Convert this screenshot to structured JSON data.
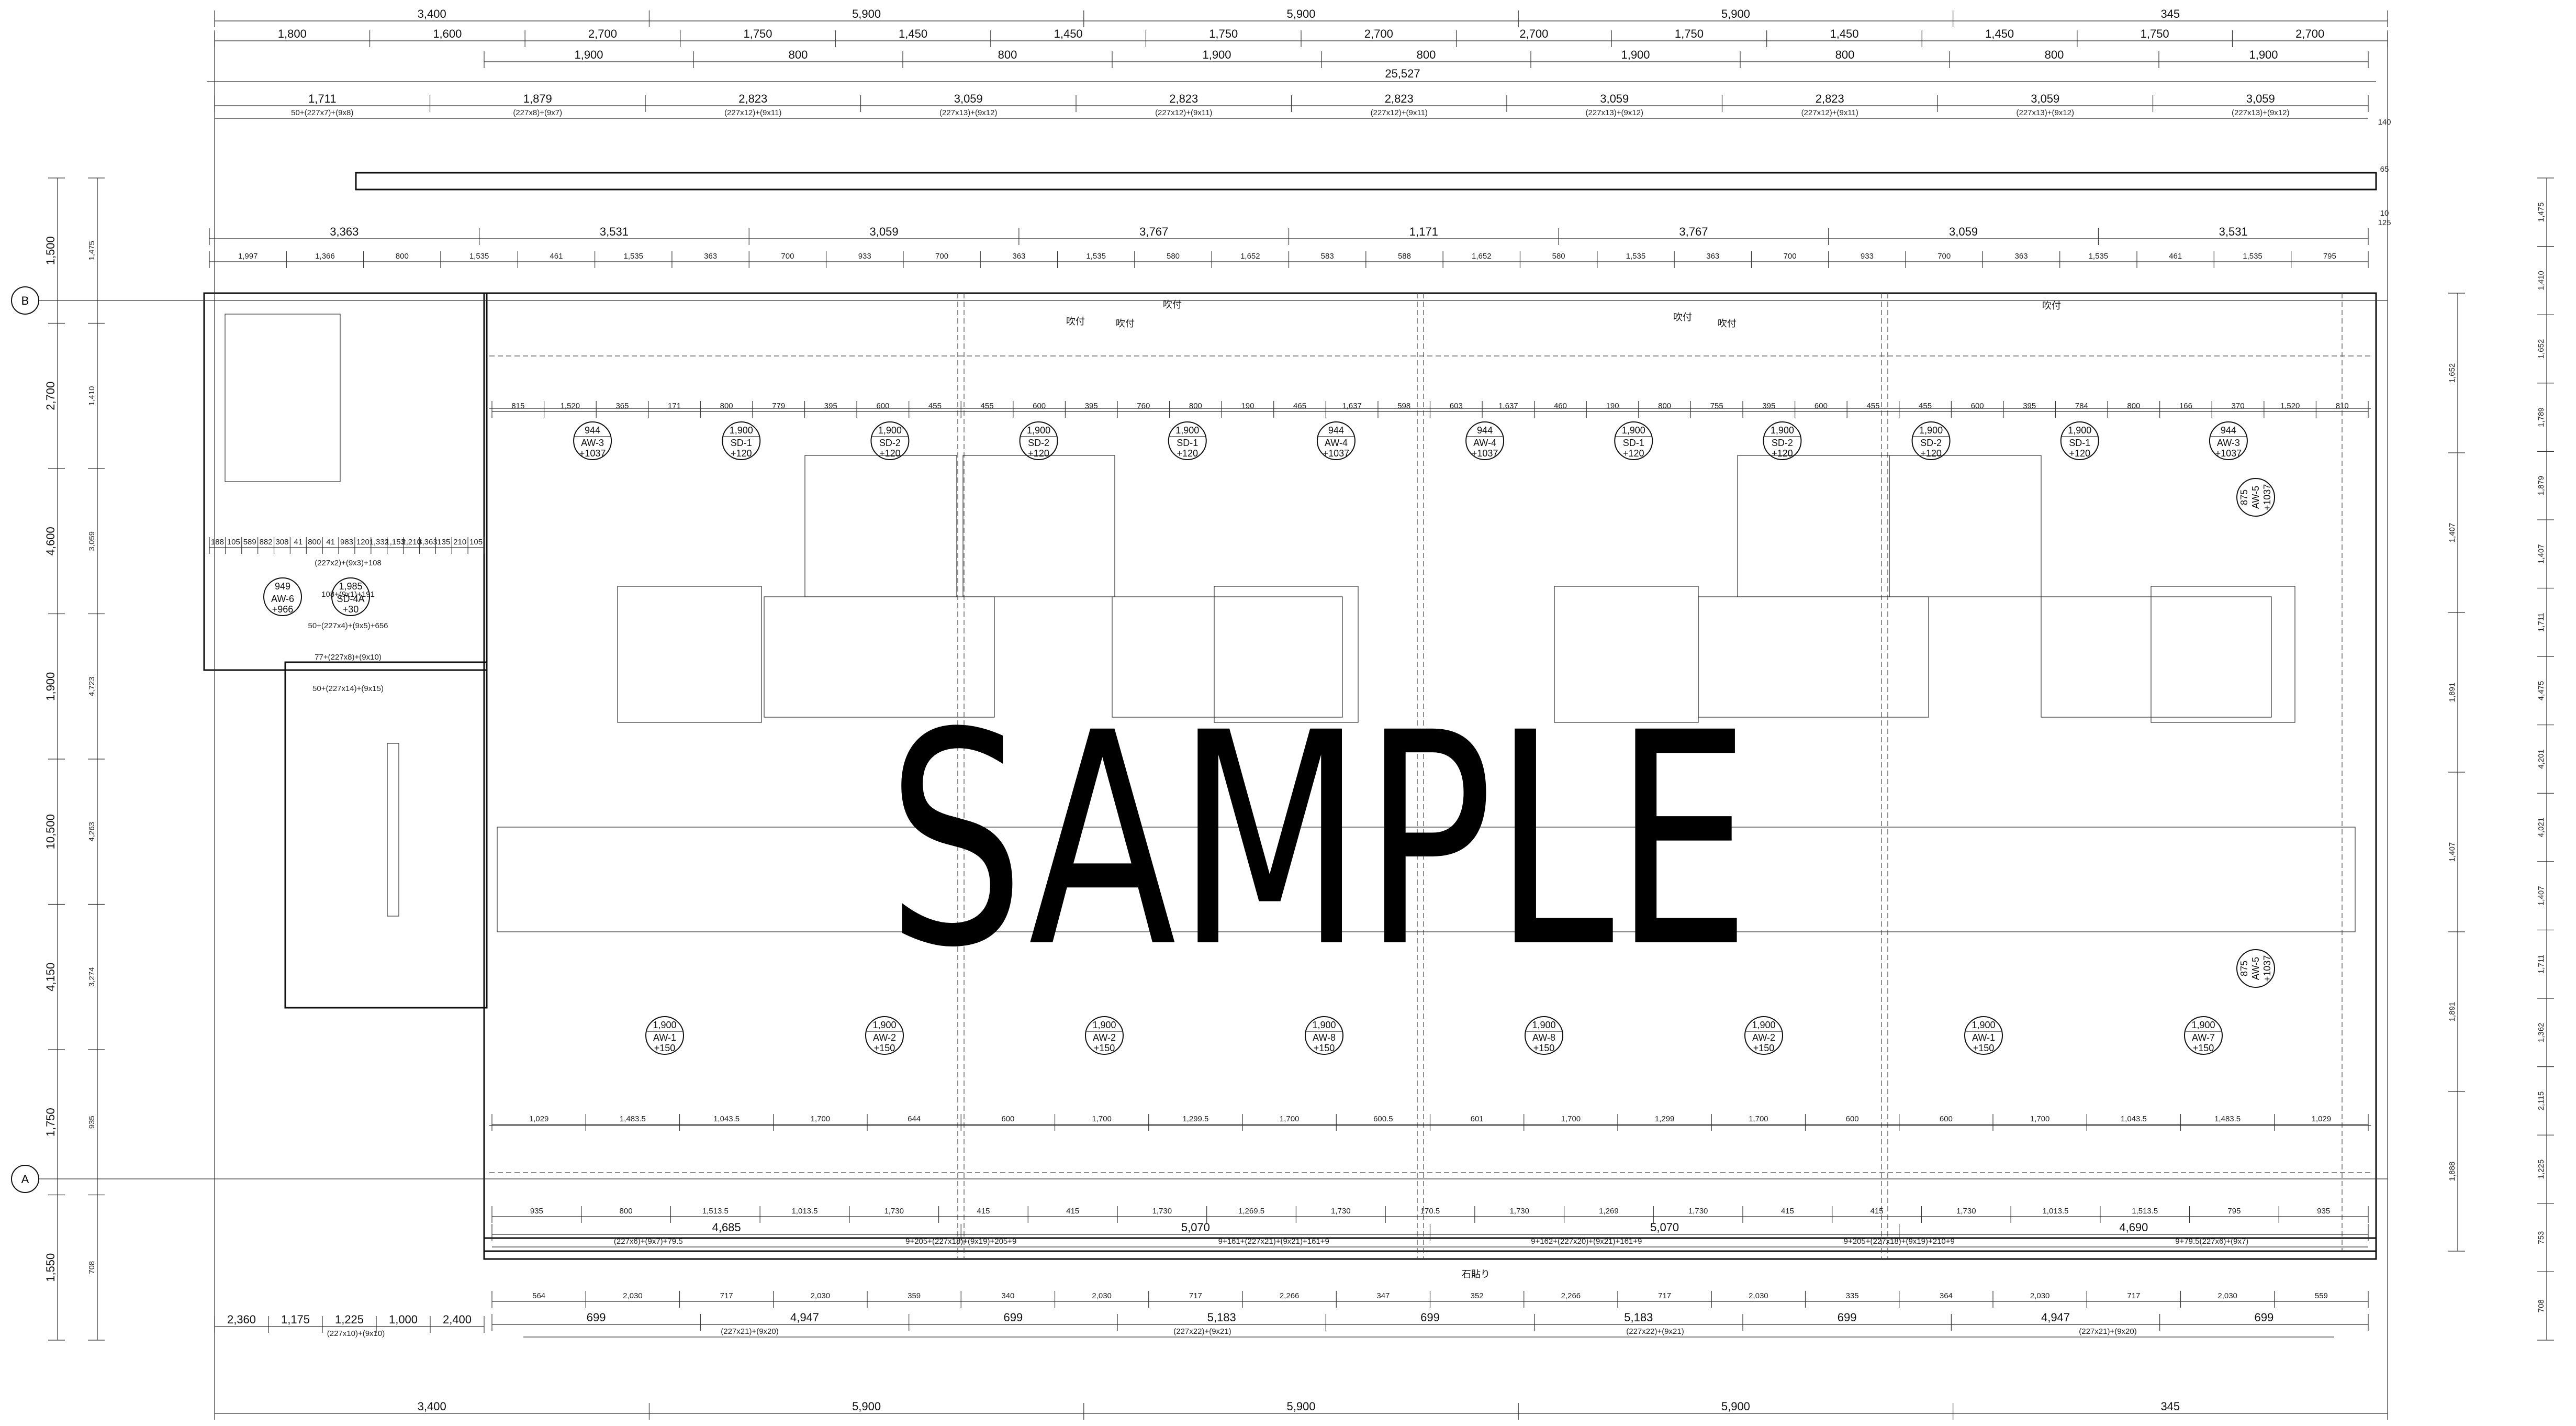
{
  "grid": {
    "row_b": "B",
    "row_a": "A"
  },
  "top_overall": [
    "3,400",
    "5,900",
    "5,900",
    "5,900",
    "345"
  ],
  "bottom_overall": [
    "3,400",
    "5,900",
    "5,900",
    "5,900",
    "345"
  ],
  "top_row2": [
    "1,800",
    "1,600",
    "2,700",
    "1,750",
    "1,450",
    "1,450",
    "1,750",
    "2,700",
    "2,700",
    "1,750",
    "1,450",
    "1,450",
    "1,750",
    "2,700"
  ],
  "top_row3": [
    "1,900",
    "800",
    "800",
    "1,900",
    "800",
    "1,900",
    "800",
    "800",
    "1,900"
  ],
  "top_total": "25,527",
  "top_panel_dims": [
    "1,711",
    "1,879",
    "2,823",
    "3,059",
    "2,823",
    "2,823",
    "3,059",
    "2,823",
    "3,059",
    "3,059"
  ],
  "top_panel_notes": [
    "50+(227x7)+(9x8)",
    "(227x8)+(9x7)",
    "(227x12)+(9x11)",
    "(227x13)+(9x12)",
    "(227x12)+(9x11)",
    "(227x12)+(9x11)",
    "(227x13)+(9x12)",
    "(227x12)+(9x11)",
    "(227x13)+(9x12)",
    "(227x13)+(9x12)"
  ],
  "row_b_dims": [
    "3,363",
    "3,531",
    "3,059",
    "3,767",
    "1,171",
    "3,767",
    "3,059",
    "3,531"
  ],
  "row_b_sub": [
    "1,997",
    "1,366",
    "800",
    "1,535",
    "461",
    "1,535",
    "363",
    "700",
    "933",
    "700",
    "363",
    "1,535",
    "580",
    "1,652",
    "583",
    "588",
    "1,652",
    "580",
    "1,535",
    "363",
    "700",
    "933",
    "700",
    "363",
    "1,535",
    "461",
    "1,535",
    "795"
  ],
  "row_b_openings": [
    "815",
    "1,520",
    "365",
    "171",
    "800",
    "779",
    "395",
    "600",
    "455",
    "455",
    "600",
    "395",
    "760",
    "800",
    "190",
    "465",
    "1,637",
    "598",
    "603",
    "1,637",
    "460",
    "190",
    "800",
    "755",
    "395",
    "600",
    "455",
    "455",
    "600",
    "395",
    "784",
    "800",
    "166",
    "370",
    "1,520",
    "810"
  ],
  "bubbles_top": [
    {
      "a": "944",
      "b": "AW-3",
      "c": "+1037"
    },
    {
      "a": "1,900",
      "b": "SD-1",
      "c": "+120"
    },
    {
      "a": "1,900",
      "b": "SD-2",
      "c": "+120"
    },
    {
      "a": "1,900",
      "b": "SD-2",
      "c": "+120"
    },
    {
      "a": "1,900",
      "b": "SD-1",
      "c": "+120"
    },
    {
      "a": "944",
      "b": "AW-4",
      "c": "+1037"
    },
    {
      "a": "944",
      "b": "AW-4",
      "c": "+1037"
    },
    {
      "a": "1,900",
      "b": "SD-1",
      "c": "+120"
    },
    {
      "a": "1,900",
      "b": "SD-2",
      "c": "+120"
    },
    {
      "a": "1,900",
      "b": "SD-2",
      "c": "+120"
    },
    {
      "a": "1,900",
      "b": "SD-1",
      "c": "+120"
    },
    {
      "a": "944",
      "b": "AW-3",
      "c": "+1037"
    }
  ],
  "bubbles_bottom": [
    {
      "a": "1,900",
      "b": "AW-1",
      "c": "+150"
    },
    {
      "a": "1,900",
      "b": "AW-2",
      "c": "+150"
    },
    {
      "a": "1,900",
      "b": "AW-2",
      "c": "+150"
    },
    {
      "a": "1,900",
      "b": "AW-8",
      "c": "+150"
    },
    {
      "a": "1,900",
      "b": "AW-8",
      "c": "+150"
    },
    {
      "a": "1,900",
      "b": "AW-2",
      "c": "+150"
    },
    {
      "a": "1,900",
      "b": "AW-1",
      "c": "+150"
    },
    {
      "a": "1,900",
      "b": "AW-7",
      "c": "+150"
    }
  ],
  "bubble_left": [
    {
      "a": "949",
      "b": "AW-6",
      "c": "+966"
    },
    {
      "a": "1,985",
      "b": "SD-4A",
      "c": "+30"
    }
  ],
  "row_a_openings": [
    "1,029",
    "1,483.5",
    "1,043.5",
    "1,700",
    "644",
    "600",
    "1,700",
    "1,299.5",
    "1,700",
    "600.5",
    "601",
    "1,700",
    "1,299",
    "1,700",
    "600",
    "600",
    "1,700",
    "1,043.5",
    "1,483.5",
    "1,029"
  ],
  "row_a_sub": [
    "935",
    "800",
    "1,513.5",
    "1,013.5",
    "1,730",
    "415",
    "415",
    "1,730",
    "1,269.5",
    "1,730",
    "170.5",
    "1,730",
    "1,269",
    "1,730",
    "415",
    "415",
    "1,730",
    "1,013.5",
    "1,513.5",
    "795",
    "935"
  ],
  "row_a_dims": [
    "4,685",
    "5,070",
    "5,070",
    "4,690"
  ],
  "row_a_notes": [
    "(227x6)+(9x7)+79.5",
    "9+205+(227x18)+(9x19)+205+9",
    "9+161+(227x21)+(9x21)+161+9",
    "9+162+(227x20)+(9x21)+161+9",
    "9+205+(227x18)+(9x19)+210+9",
    "9+79.5(227x6)+(9x7)"
  ],
  "bottom_dims1": [
    "564",
    "2,030",
    "717",
    "2,030",
    "359",
    "340",
    "2,030",
    "717",
    "2,266",
    "347",
    "352",
    "2,266",
    "717",
    "2,030",
    "335",
    "364",
    "2,030",
    "717",
    "2,030",
    "559"
  ],
  "bottom_dims2": [
    "699",
    "4,947",
    "699",
    "5,183",
    "699",
    "5,183",
    "699",
    "4,947",
    "699"
  ],
  "bottom_notes2": [
    "(227x21)+(9x20)",
    "(227x22)+(9x21)",
    "(227x22)+(9x21)",
    "(227x21)+(9x20)"
  ],
  "bottom_left": [
    "2,360",
    "1,175",
    "1,225",
    "1,000",
    "2,400"
  ],
  "bottom_left_notes": [
    "(227x10)+(9x10)"
  ],
  "left_dims": [
    "1,500",
    "2,700",
    "4,600",
    "1,900",
    "10,500",
    "4,150",
    "1,750",
    "1,550"
  ],
  "left_inner_dims": [
    "1,475",
    "1,410",
    "3,059",
    "4,723",
    "4,263",
    "3,274",
    "935",
    "708"
  ],
  "right_dims": [
    "1,475",
    "1,410",
    "1,652",
    "1,789",
    "1,879",
    "1,407",
    "1,711",
    "4,475",
    "4,201",
    "4,021",
    "1,407",
    "1,711",
    "1,362",
    "2,115",
    "1,225",
    "753",
    "708"
  ],
  "right_inner": [
    "1,652",
    "1,407",
    "1,891",
    "1,407",
    "1,891",
    "1,888"
  ],
  "aw5": [
    {
      "a": "875",
      "b": "AW-5",
      "c": "+1037"
    },
    {
      "a": "875",
      "b": "AW-5",
      "c": "+1037"
    }
  ],
  "left_room_dims": [
    "188",
    "105",
    "589",
    "882",
    "308",
    "41",
    "800",
    "41",
    "983",
    "120",
    "1,332",
    "1,153",
    "2,210",
    "3,363",
    "135",
    "210",
    "105"
  ],
  "left_room_notes": [
    "(227x2)+(9x3)+108",
    "108+(9x1)+191",
    "50+(227x4)+(9x5)+656",
    "77+(227x8)+(9x10)",
    "50+(227x14)+(9x15)"
  ],
  "small_labels": [
    "吹付",
    "吹付",
    "吹付",
    "吹付",
    "吹付",
    "吹付",
    "石貼り"
  ],
  "top_right_margin": [
    "140",
    "65",
    "10",
    "125"
  ],
  "watermark": "SAMPLE"
}
